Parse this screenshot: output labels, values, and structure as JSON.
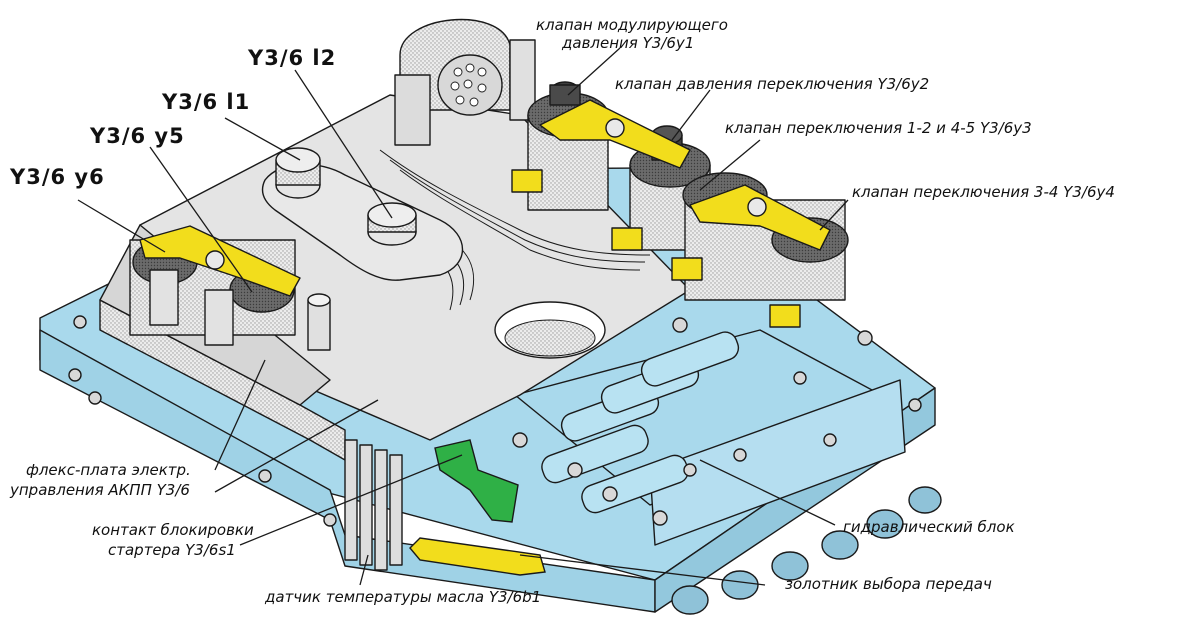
{
  "diagram": {
    "codes": {
      "l2": "Y3/6 l2",
      "l1": "Y3/6 l1",
      "y5": "Y3/6 y5",
      "y6": "Y3/6 y6"
    },
    "callouts": {
      "y1_line1": "клапан модулирующего",
      "y1_line2": "давления Y3/6y1",
      "y2": "клапан давления переключения Y3/6y2",
      "y3": "клапан переключения 1-2 и 4-5 Y3/6y3",
      "y4": "клапан переключения 3-4 Y3/6y4",
      "flex_line1": "флекс-плата электр.",
      "flex_line2": "управления АКПП Y3/6",
      "s1_line1": "контакт блокировки",
      "s1_line2": "стартера Y3/6s1",
      "b1": "датчик температуры масла Y3/6b1",
      "hydro": "гидравлический блок",
      "selector": "золотник выбора передач"
    },
    "colors": {
      "plate": "#a9d9ec",
      "housing": "#e3e3e3",
      "valve_dark": "#5c5c5c",
      "bracket": "#f2dd1c",
      "connector": "#2fb046",
      "outline": "#1a1a1a"
    }
  }
}
